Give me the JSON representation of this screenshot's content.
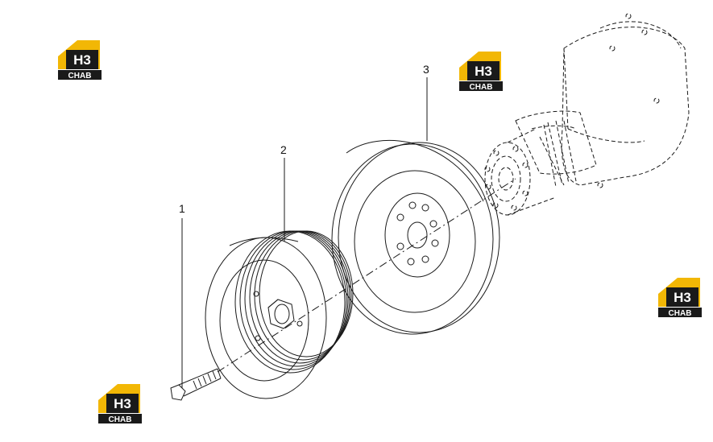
{
  "callouts": [
    {
      "id": "1",
      "label": "1"
    },
    {
      "id": "2",
      "label": "2"
    },
    {
      "id": "3",
      "label": "3"
    }
  ],
  "watermark": {
    "top_text": "H3",
    "bottom_text": "CHAB",
    "colors": {
      "roof": "#f2b705",
      "box": "#1a1a1a",
      "text": "#ffffff"
    }
  },
  "colors": {
    "line": "#1a1a1a",
    "background": "#ffffff"
  }
}
